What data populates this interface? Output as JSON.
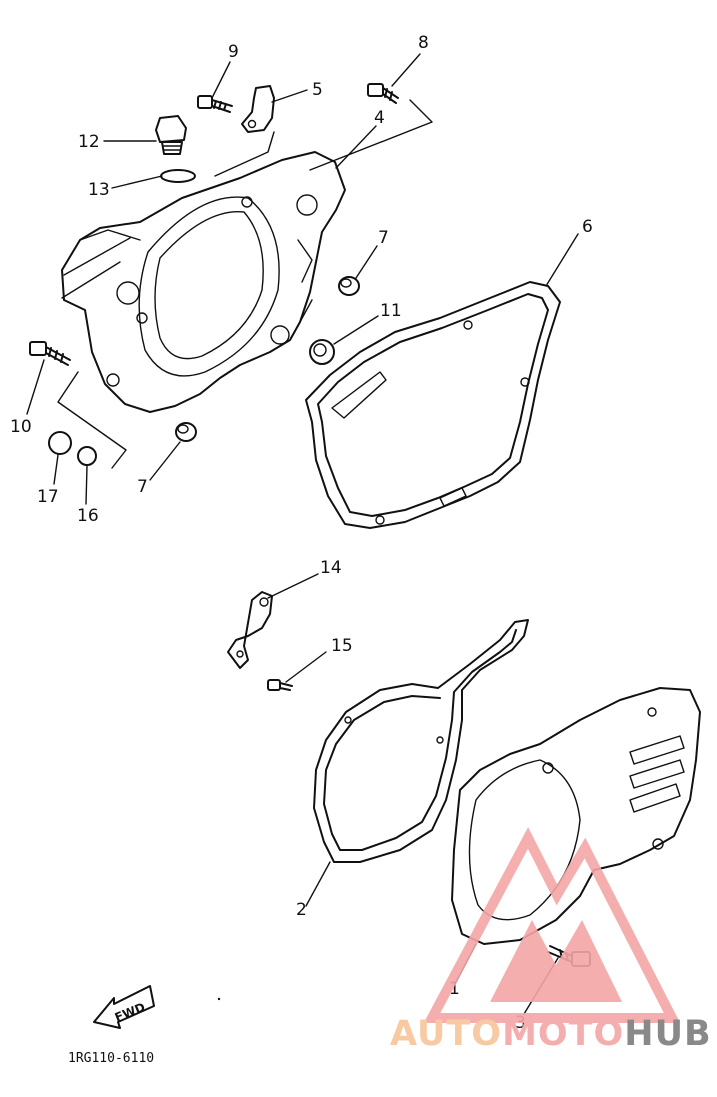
{
  "callouts": {
    "c1": "1",
    "c2": "2",
    "c3": "3",
    "c4": "4",
    "c5": "5",
    "c6": "6",
    "c7a": "7",
    "c7b": "7",
    "c8": "8",
    "c9": "9",
    "c10": "10",
    "c11": "11",
    "c12": "12",
    "c13": "13",
    "c14": "14",
    "c15": "15",
    "c16": "16",
    "c17": "17"
  },
  "fwd_label": "FWD",
  "diagram_code": "1RG110-6110",
  "watermark": {
    "part1": "AUTO",
    "part2": "MOTO",
    "part3": "HUB",
    "color_primary": "#f4a6a6",
    "color_secondary": "#f7c59a",
    "color_dark": "#7d7d7d"
  }
}
